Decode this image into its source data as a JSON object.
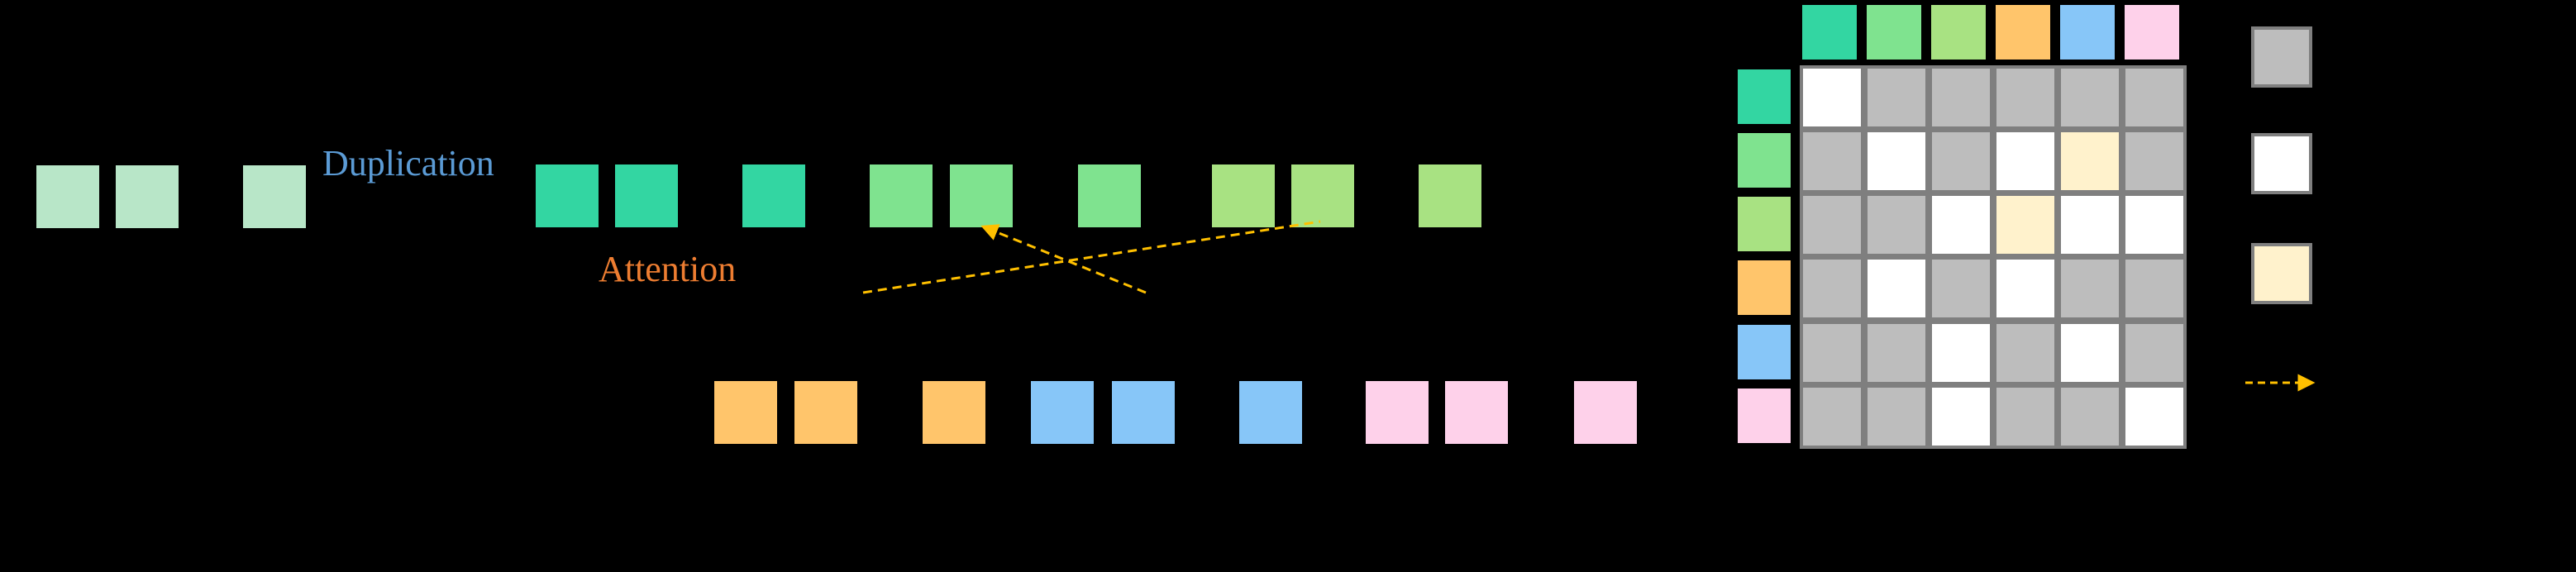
{
  "colors": {
    "background": "#000000",
    "light_green": "#B8E6C8",
    "teal": "#33D6A2",
    "green": "#7FE38F",
    "lime": "#A8E282",
    "orange": "#FFC56B",
    "blue": "#87C6F8",
    "pink": "#FED1EA",
    "cell_gray": "#BDBDBD",
    "cell_white": "#FFFFFF",
    "cell_cream": "#FFF2CC",
    "cell_border": "#7F7F7F",
    "arrow": "#FFC000",
    "duplication_text": "#5B9BD5",
    "attention_text": "#ED7D31"
  },
  "labels": {
    "duplication": "Duplication",
    "attention": "Attention"
  },
  "token_row_input": [
    "light_green",
    "light_green",
    "light_green"
  ],
  "token_row_top": [
    "teal",
    "teal",
    "teal",
    "green",
    "green",
    "green",
    "lime",
    "lime",
    "lime"
  ],
  "token_row_bottom": [
    "orange",
    "orange",
    "orange",
    "blue",
    "blue",
    "blue",
    "pink",
    "pink",
    "pink"
  ],
  "matrix": {
    "column_headers": [
      "teal",
      "green",
      "lime",
      "orange",
      "blue",
      "pink"
    ],
    "row_headers": [
      "teal",
      "green",
      "lime",
      "orange",
      "blue",
      "pink"
    ],
    "cells": [
      [
        "white",
        "gray",
        "gray",
        "gray",
        "gray",
        "gray"
      ],
      [
        "gray",
        "white",
        "gray",
        "white",
        "cream",
        "gray"
      ],
      [
        "gray",
        "gray",
        "white",
        "cream",
        "white",
        "white"
      ],
      [
        "gray",
        "white",
        "gray",
        "white",
        "gray",
        "gray"
      ],
      [
        "gray",
        "gray",
        "white",
        "gray",
        "white",
        "gray"
      ],
      [
        "gray",
        "gray",
        "white",
        "gray",
        "gray",
        "white"
      ]
    ]
  },
  "legend": [
    "gray",
    "white",
    "cream",
    "dashed-arrow"
  ]
}
